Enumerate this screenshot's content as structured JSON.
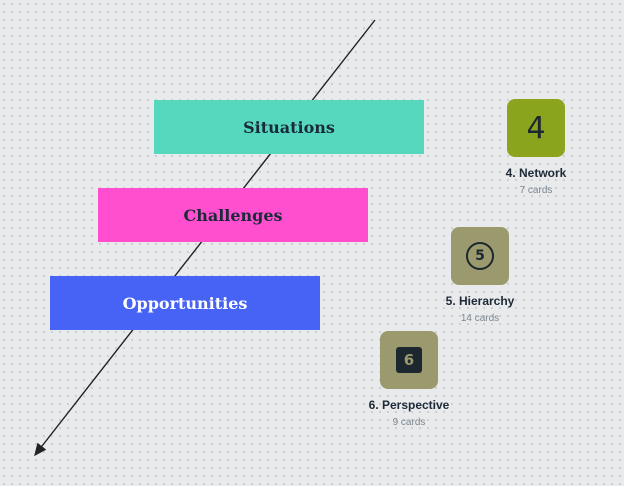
{
  "bars": [
    {
      "label": "Situations",
      "color": "#55d8be",
      "text_color": "#1b2a3a"
    },
    {
      "label": "Challenges",
      "color": "#ff4fcf",
      "text_color": "#1b2a3a"
    },
    {
      "label": "Opportunities",
      "color": "#4763f5",
      "text_color": "#ffffff"
    }
  ],
  "decks": [
    {
      "icon_text": "4",
      "icon": "number-4-icon",
      "name": "4. Network",
      "count": "7 cards",
      "color": "#8aa41e"
    },
    {
      "icon_text": "5",
      "icon": "circled-5-icon",
      "name": "5. Hierarchy",
      "count": "14 cards",
      "color": "#9b9a6e"
    },
    {
      "icon_text": "6",
      "icon": "boxed-6-icon",
      "name": "6. Perspective",
      "count": "9 cards",
      "color": "#9b9a6e"
    }
  ]
}
